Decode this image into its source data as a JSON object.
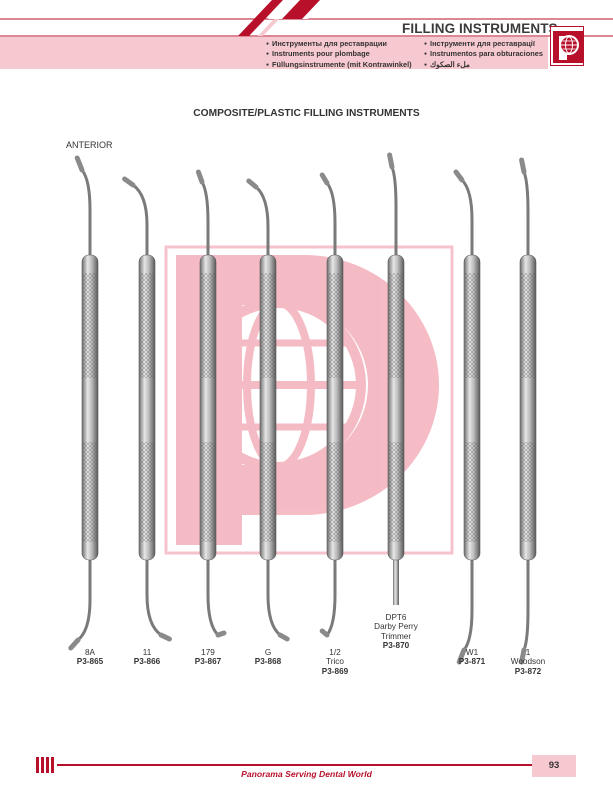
{
  "header": {
    "title": "FILLING INSTRUMENTS",
    "languages_left": [
      "Инструменты для реставрации",
      "Instruments pour plombage",
      "Füllungsinstrumente (mit Kontrawinkel)"
    ],
    "languages_right": [
      "Інструменти для реставрації",
      "Instrumentos para obturaciones",
      "ملء الصكوك"
    ],
    "accent_color": "#b8102a",
    "band_color": "#f6c8cf"
  },
  "page_heading": "COMPOSITE/PLASTIC FILLING INSTRUMENTS",
  "section_label": "ANTERIOR",
  "instruments": [
    {
      "name_lines": [
        "8A"
      ],
      "code": "P3-865"
    },
    {
      "name_lines": [
        "11"
      ],
      "code": "P3-866"
    },
    {
      "name_lines": [
        "179"
      ],
      "code": "P3-867"
    },
    {
      "name_lines": [
        "G"
      ],
      "code": "P3-868"
    },
    {
      "name_lines": [
        "1/2",
        "Trico"
      ],
      "code": "P3-869"
    },
    {
      "name_lines": [
        "DPT6",
        "Darby Perry",
        "Trimmer"
      ],
      "code": "P3-870"
    },
    {
      "name_lines": [
        "W1"
      ],
      "code": "P3-871"
    },
    {
      "name_lines": [
        "1",
        "Woodson"
      ],
      "code": "P3-872"
    }
  ],
  "footer": {
    "tagline": "Panorama Serving Dental World",
    "page_number": "93"
  }
}
